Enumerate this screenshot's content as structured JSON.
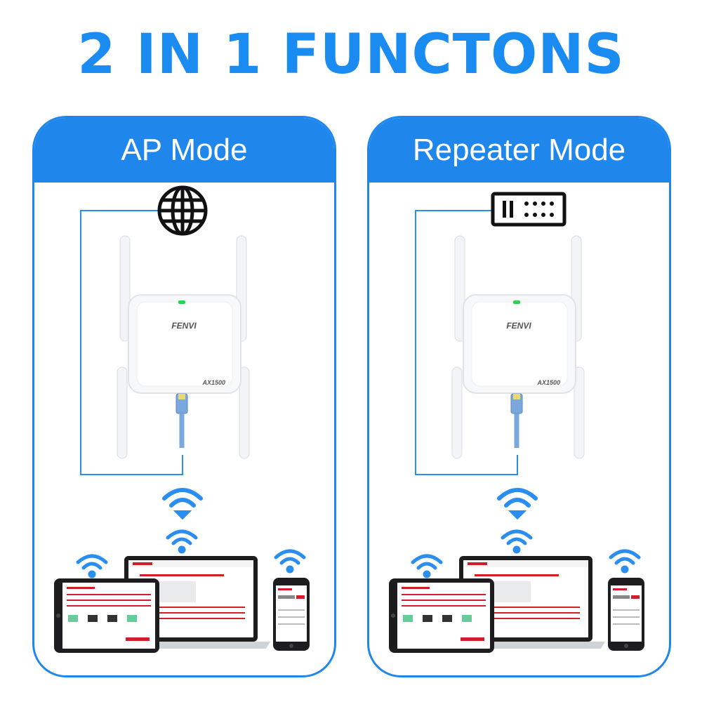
{
  "page": {
    "title": "2 IN 1 FUNCTONS"
  },
  "colors": {
    "accent": "#1f86ec",
    "title": "#1a8bf0",
    "cable": "#7aa8dd",
    "led": "#2bd34a",
    "icon": "#111111"
  },
  "panels": [
    {
      "header": "AP Mode",
      "source_icon": "globe-icon",
      "device": {
        "brand": "FENVI",
        "model": "AX1500"
      },
      "clients": [
        "tablet",
        "laptop",
        "phone"
      ]
    },
    {
      "header": "Repeater Mode",
      "source_icon": "router-icon",
      "device": {
        "brand": "FENVI",
        "model": "AX1500"
      },
      "clients": [
        "tablet",
        "laptop",
        "phone"
      ]
    }
  ]
}
